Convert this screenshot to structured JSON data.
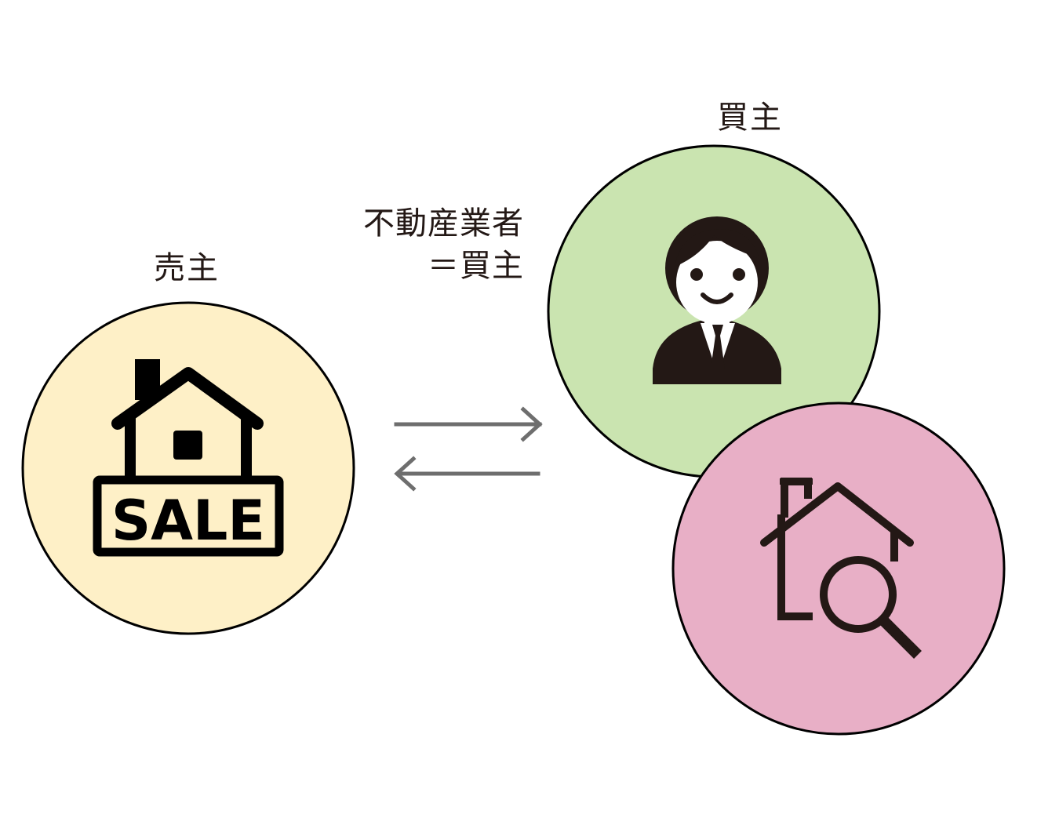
{
  "seller": {
    "label": "売主",
    "sign_text": "SALE",
    "circle_color": "#FEF0C7",
    "icon": "house-for-sale-icon"
  },
  "buyer": {
    "label": "買主",
    "circle_color": "#CAE4B0",
    "icon": "businessman-icon"
  },
  "search": {
    "circle_color": "#E8AFC6",
    "icon": "house-search-icon"
  },
  "agent": {
    "line1": "不動産業者",
    "line2": "＝買主"
  },
  "arrows": {
    "color": "#6E6E6E",
    "icon_right": "arrow-right-icon",
    "icon_left": "arrow-left-icon"
  }
}
